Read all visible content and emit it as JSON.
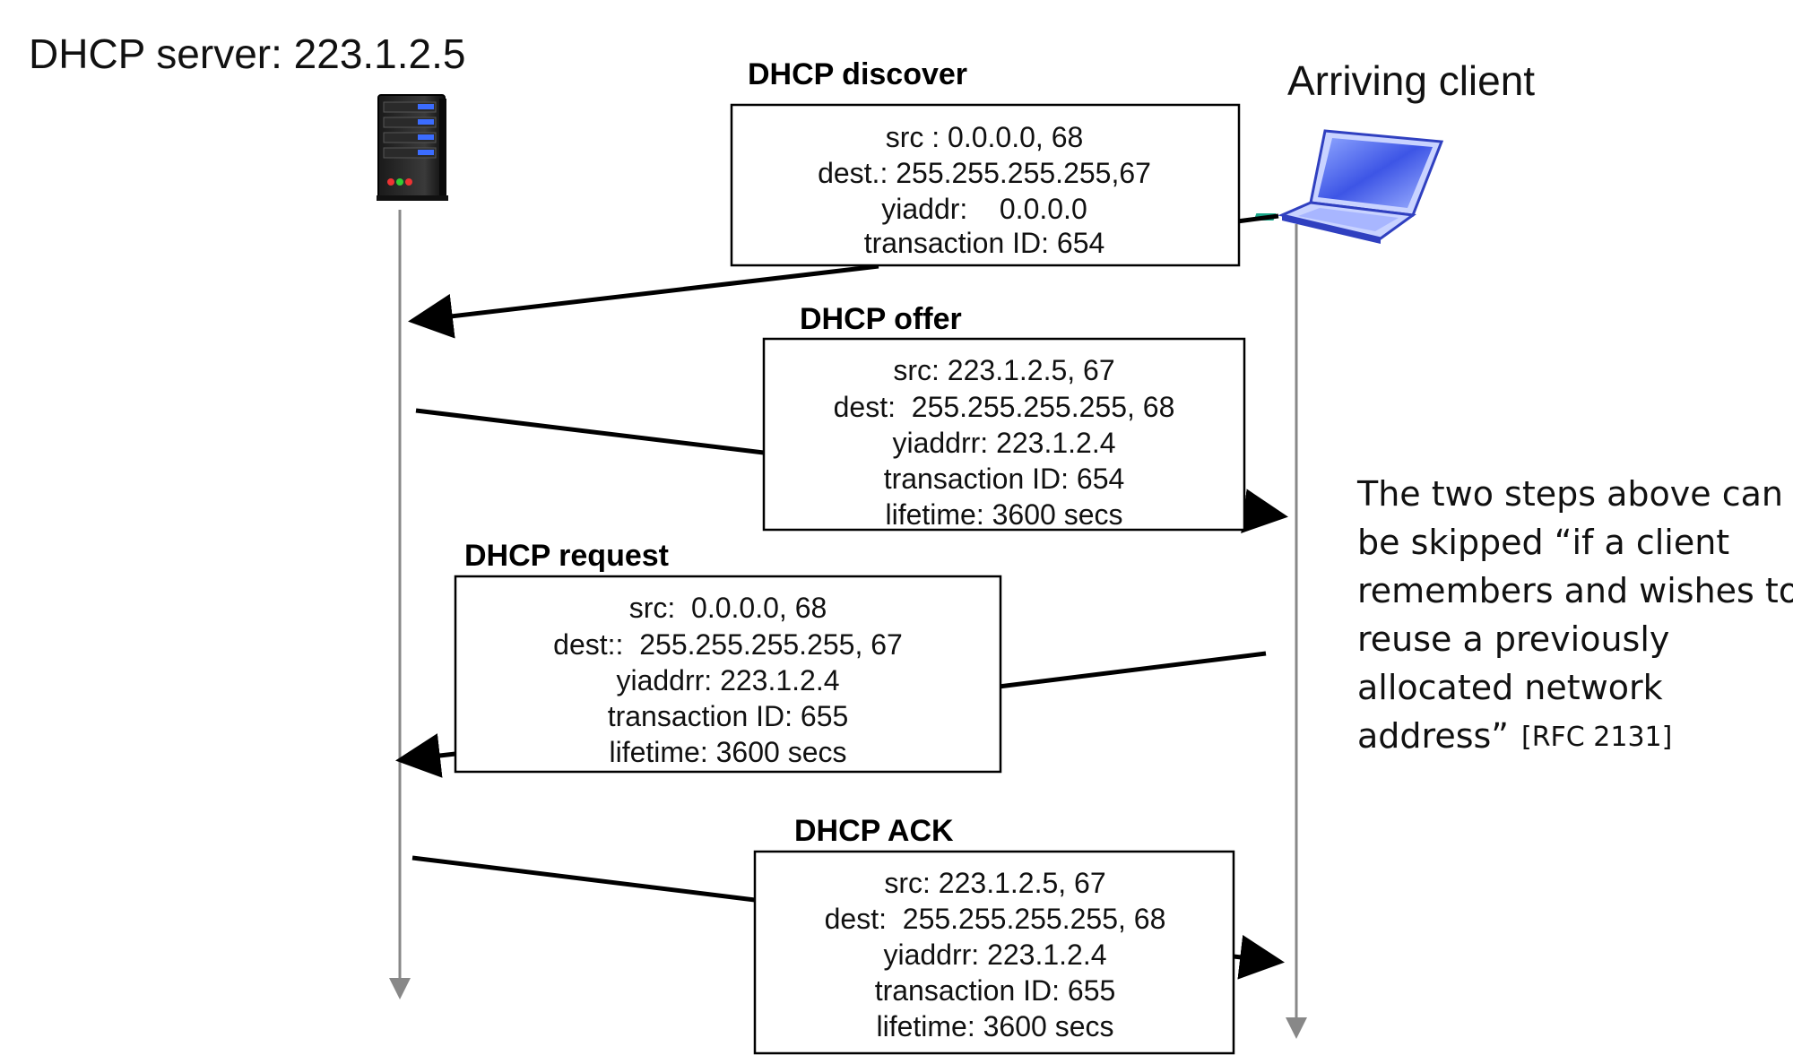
{
  "server": {
    "label": "DHCP server: 223.1.2.5",
    "icon": "server-icon"
  },
  "client": {
    "label": "Arriving client",
    "icon": "laptop-icon"
  },
  "messages": [
    {
      "title": "DHCP discover",
      "fields": [
        "src : 0.0.0.0, 68",
        "dest.: 255.255.255.255,67",
        "yiaddr:    0.0.0.0",
        "transaction ID: 654"
      ],
      "direction": "client-to-server"
    },
    {
      "title": "DHCP offer",
      "fields": [
        "src: 223.1.2.5, 67",
        "dest:  255.255.255.255, 68",
        "yiaddrr: 223.1.2.4",
        "transaction ID: 654",
        "lifetime: 3600 secs"
      ],
      "direction": "server-to-client"
    },
    {
      "title": "DHCP request",
      "fields": [
        "src:  0.0.0.0, 68",
        "dest::  255.255.255.255, 67",
        "yiaddrr: 223.1.2.4",
        "transaction ID: 655",
        "lifetime: 3600 secs"
      ],
      "direction": "client-to-server"
    },
    {
      "title": "DHCP ACK",
      "fields": [
        "src: 223.1.2.5, 67",
        "dest:  255.255.255.255, 68",
        "yiaddrr: 223.1.2.4",
        "transaction ID: 655",
        "lifetime: 3600 secs"
      ],
      "direction": "server-to-client"
    }
  ],
  "note": {
    "lines": [
      "The two steps above can",
      "be skipped “if a client",
      "remembers and wishes to",
      "reuse a previously",
      "allocated network",
      "address”"
    ],
    "citation": "[RFC 2131]"
  }
}
